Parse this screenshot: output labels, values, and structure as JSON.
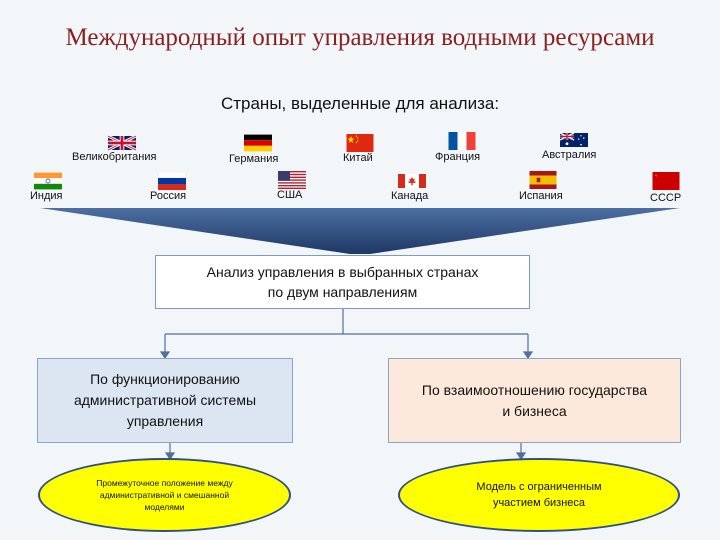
{
  "title": "Международный опыт управления водными ресурсами",
  "subtitle": "Страны, выделенные для анализа:",
  "countries": {
    "uk": "Великобритания",
    "germany": "Германия",
    "china": "Китай",
    "france": "Франция",
    "australia": "Австралия",
    "india": "Индия",
    "russia": "Россия",
    "usa": "США",
    "canada": "Канада",
    "spain": "Испания",
    "ussr": "СССР"
  },
  "main_box": {
    "line1": "Анализ управления в выбранных странах",
    "line2": "по двум направлениям"
  },
  "left_box": {
    "line1": "По функционированию",
    "line2": "административной системы",
    "line3": "управления"
  },
  "right_box": {
    "line1": "По взаимоотношению государства",
    "line2": "и бизнеса"
  },
  "left_ellipse": {
    "line1": "Промежуточное положение между",
    "line2": "административной и смешанной",
    "line3": "моделями"
  },
  "right_ellipse": {
    "line1": "Модель с ограниченным",
    "line2": "участием бизнеса"
  },
  "colors": {
    "title": "#8a1f1f",
    "funnel": "#1f3864",
    "left_box": "#dce6f2",
    "right_box": "#fce9dc",
    "ellipse": "#ffff00"
  }
}
